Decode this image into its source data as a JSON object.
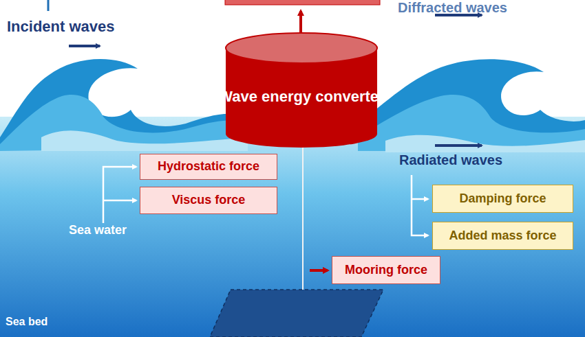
{
  "diagram": {
    "nodes": [
      {
        "text": [
          "Wave energy converter"
        ]
      },
      {
        "text": [
          "Hydrostatic force"
        ]
      },
      {
        "text": [
          "Viscus force"
        ]
      },
      {
        "text": [
          "Damping force"
        ]
      },
      {
        "text": [
          "Added mass force"
        ]
      },
      {
        "text": [
          "Mooring force"
        ]
      }
    ],
    "labels": [
      "Incident waves",
      "Diffracted waves",
      "Radiated waves",
      "Sea water",
      "Sea bed"
    ]
  }
}
